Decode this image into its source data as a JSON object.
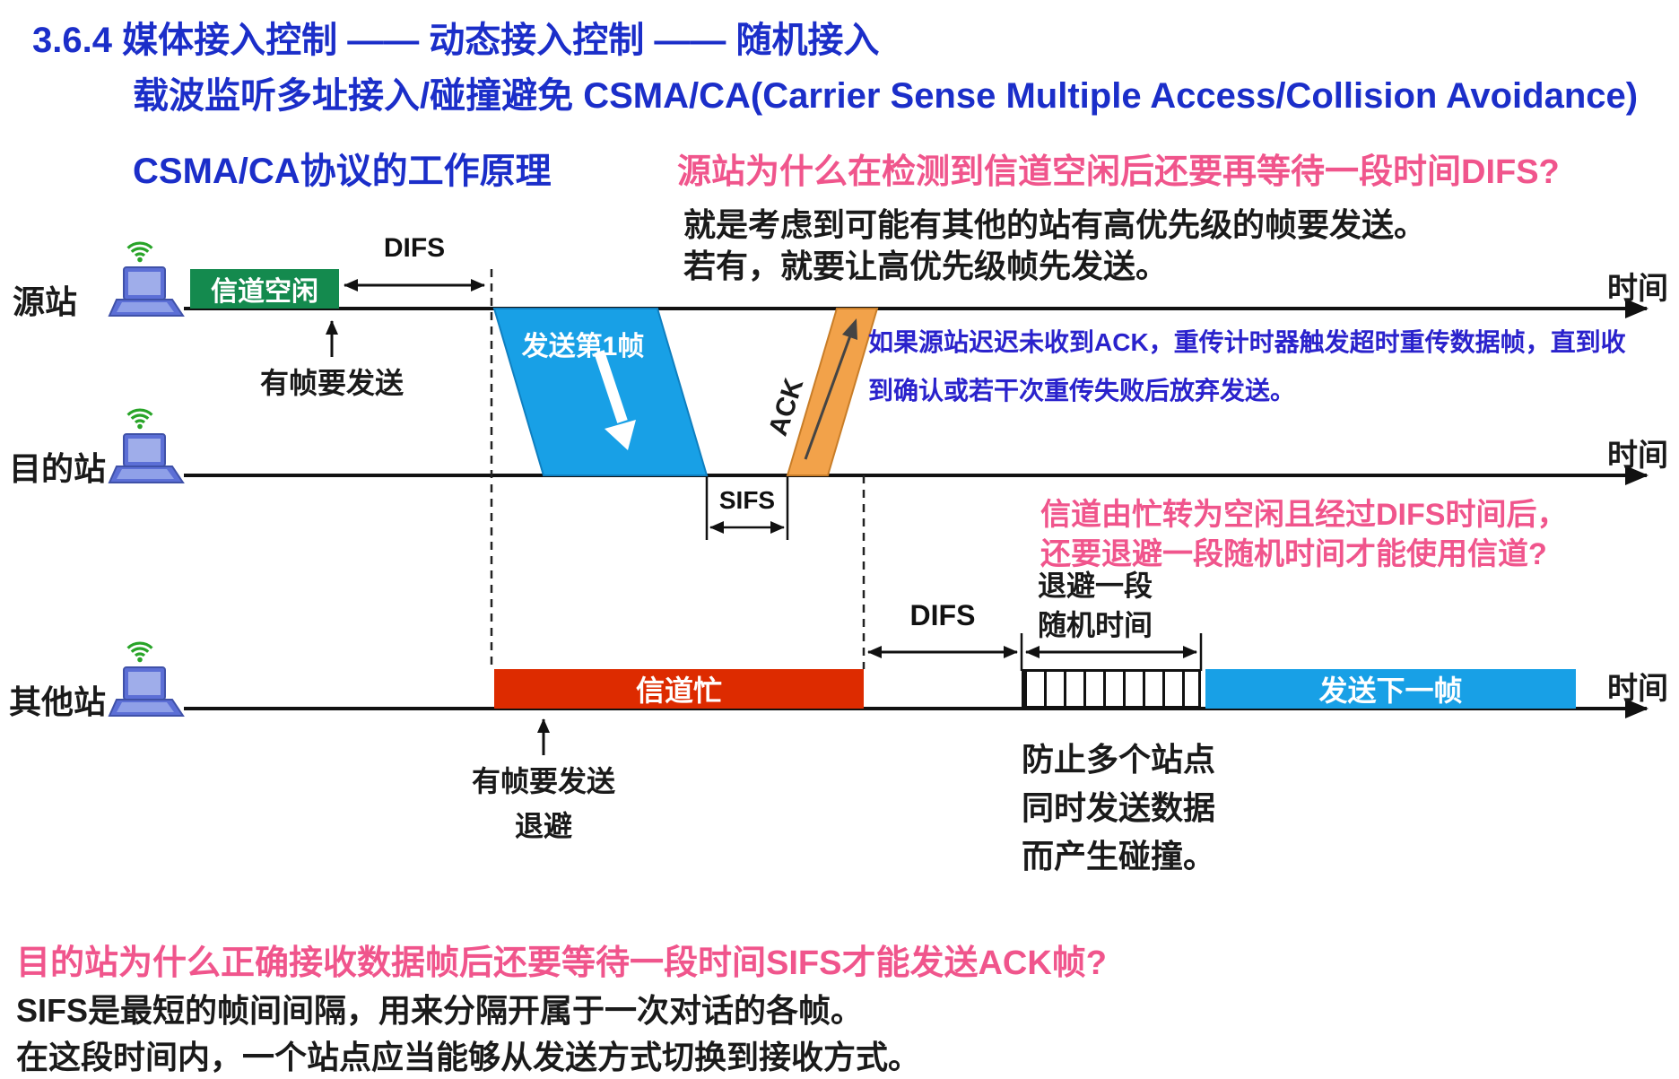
{
  "header": {
    "line1": "3.6.4 媒体接入控制 —— 动态接入控制 —— 随机接入",
    "line2": "载波监听多址接入/碰撞避免 CSMA/CA(Carrier Sense Multiple Access/Collision Avoidance)",
    "line3": "CSMA/CA协议的工作原理"
  },
  "questions": {
    "difs": {
      "q": "源站为什么在检测到信道空闲后还要再等待一段时间DIFS?",
      "a1": "就是考虑到可能有其他的站有高优先级的帧要发送。",
      "a2": "若有，就要让高优先级帧先发送。"
    },
    "backoff": {
      "q1": "信道由忙转为空闲且经过DIFS时间后，",
      "q2": "还要退避一段随机时间才能使用信道?"
    },
    "sifs": {
      "q": "目的站为什么正确接收数据帧后还要等待一段时间SIFS才能发送ACK帧?",
      "a1": "SIFS是最短的帧间间隔，用来分隔开属于一次对话的各帧。",
      "a2": "在这段时间内，一个站点应当能够从发送方式切换到接收方式。"
    }
  },
  "notes": {
    "ack_retry_1": "如果源站迟迟未收到ACK，重传计时器触发超时重传数据帧，直到收",
    "ack_retry_2": "到确认或若干次重传失败后放弃发送。",
    "collision_1": "防止多个站点",
    "collision_2": "同时发送数据",
    "collision_3": "而产生碰撞。"
  },
  "diagram": {
    "stations": {
      "source": "源站",
      "destination": "目的站",
      "others": "其他站"
    },
    "time_label": "时间",
    "channel_idle": "信道空闲",
    "channel_busy": "信道忙",
    "send_frame1": "发送第1帧",
    "send_next": "发送下一帧",
    "ack": "ACK",
    "difs": "DIFS",
    "sifs": "SIFS",
    "has_frame_source": "有帧要发送",
    "has_frame_other": "有帧要发送",
    "backoff_word": "退避",
    "backoff_line1": "退避一段",
    "backoff_line2": "随机时间"
  },
  "colors": {
    "title_blue": "#1b2ec9",
    "pink": "#f0558c",
    "note_blue": "#2a22cc",
    "green_box": "#148a4e",
    "blue_box": "#18a0e6",
    "red_box": "#dd2b00",
    "orange_ack": "#f2a24a"
  }
}
